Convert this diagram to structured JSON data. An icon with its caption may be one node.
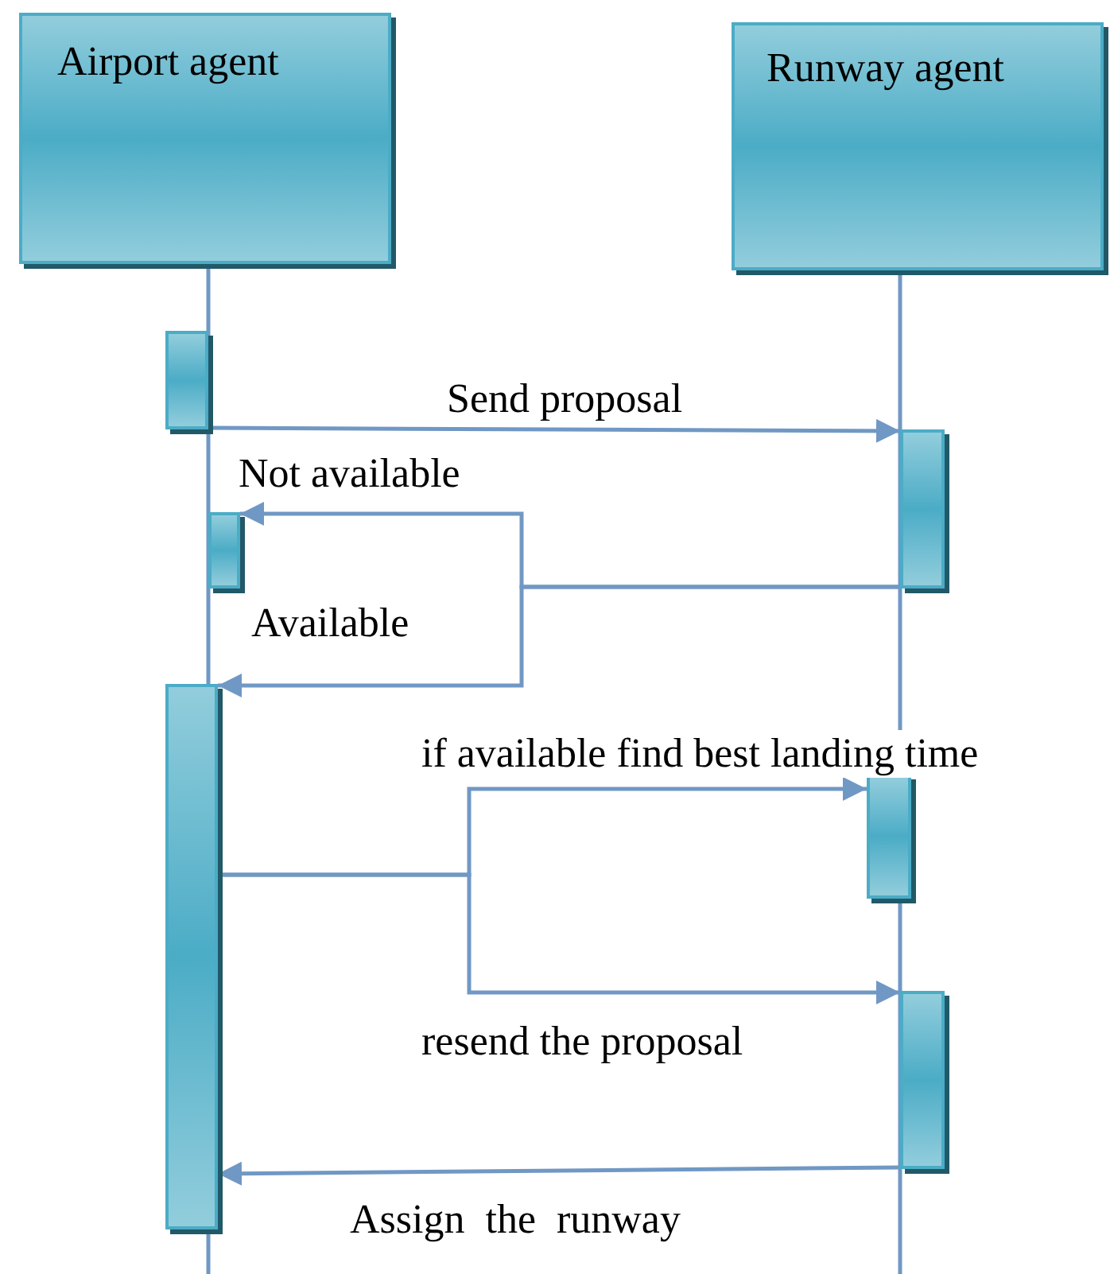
{
  "diagram": {
    "nodes": [
      {
        "text": [
          "Airport agent"
        ]
      },
      {
        "text": [
          "Runway agent"
        ]
      },
      {
        "text": [],
        "shape": "bar"
      },
      {
        "text": [],
        "shape": "bar"
      },
      {
        "text": [],
        "shape": "bar"
      },
      {
        "text": [],
        "shape": "bar"
      },
      {
        "text": [],
        "shape": "bar"
      },
      {
        "text": [],
        "shape": "bar"
      }
    ],
    "edges": [
      {
        "from": 2,
        "to": 3,
        "arrow": "to",
        "label": "Send proposal"
      },
      {
        "from": 3,
        "to": 4,
        "arrow": "to",
        "label": "Not available"
      },
      {
        "from": 3,
        "to": 5,
        "arrow": "to",
        "label": "Available"
      },
      {
        "from": 5,
        "to": 6,
        "arrow": "to",
        "label": "if available find best landing time"
      },
      {
        "from": 5,
        "to": 7,
        "arrow": "to",
        "label": "resend the proposal"
      },
      {
        "from": 7,
        "to": 5,
        "arrow": "to",
        "label": "Assign  the  runway"
      }
    ]
  }
}
